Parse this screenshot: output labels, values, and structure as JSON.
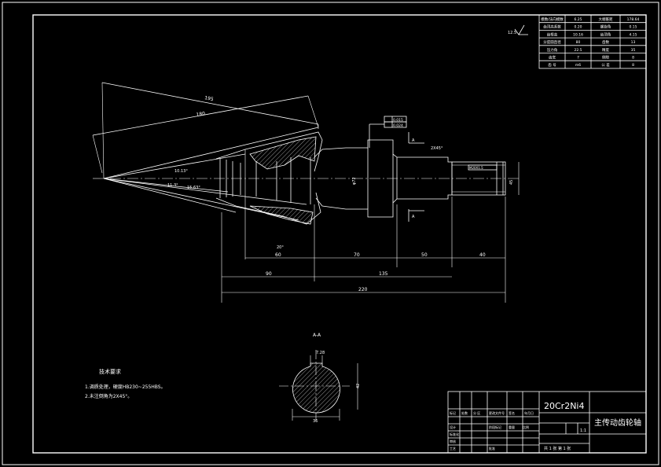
{
  "drawing": {
    "material": "20Cr2Ni4",
    "part_name": "主传动齿轮轴",
    "scale": "1:1",
    "section_title": "A-A",
    "section_marker": "A",
    "surface_finish": "12.5",
    "tech_req": {
      "title": "技术要求",
      "items": [
        "1.调质处理，硬度HB230~255HBS。",
        "2.未注倒角为2X45°。"
      ]
    }
  },
  "gear_table": [
    [
      "模数/法向模数",
      "6.25",
      "大端锥距",
      "178.64"
    ],
    [
      "齿顶高系数",
      "0.20",
      "螺旋角",
      "0.15"
    ],
    [
      "齿根高",
      "10.16",
      "齿顶角",
      "4.15"
    ],
    [
      "分度圆直径",
      "80",
      "齿数",
      "13"
    ],
    [
      "压力角",
      "22.5",
      "精度",
      "35"
    ],
    [
      "齿宽",
      "7",
      "侧隙",
      "8"
    ],
    [
      "齿 号",
      "m6",
      "公 差",
      "8"
    ]
  ],
  "dimensions": {
    "d_195": "195",
    "d_180": "180",
    "d_60": "60",
    "d_70": "70",
    "d_50": "50",
    "d_40": "40",
    "d_90": "90",
    "d_135": "135",
    "d_220": "220",
    "ang_1": "10.13°",
    "ang_2": "11.3°",
    "ang_3": "15.63°",
    "ang_4": "20°",
    "d_key": "7.28",
    "d_s36": "36",
    "d_s42": "42",
    "chamfer": "2X45°",
    "d_thread": "M20X1.5",
    "tol_1": "0.015",
    "tol_2": "0.024",
    "d_phi": "φ72",
    "d_45": "45"
  },
  "title_block": {
    "small_labels": [
      "标记",
      "处数",
      "分 区",
      "更改文件号",
      "签名",
      "年月日",
      "设计",
      "标准化",
      "阶段标记",
      "重量",
      "比例",
      "审核",
      "工艺",
      "批准"
    ],
    "sheet": "共 1 张 第 1 张"
  }
}
